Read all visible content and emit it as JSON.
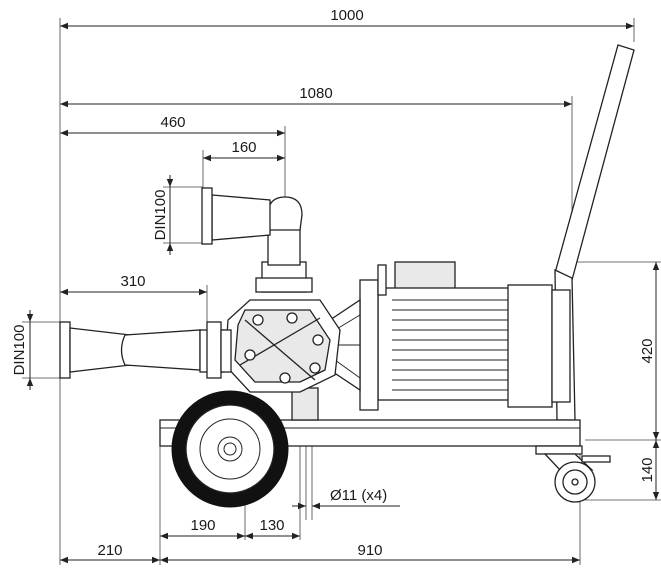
{
  "dimensions": {
    "overall_width": "1000",
    "overall_length": "1080",
    "outlet_offset": "460",
    "outlet_flange": "160",
    "outlet_din": "DIN100",
    "inlet_offset": "310",
    "inlet_din": "DIN100",
    "height": "420",
    "caster_height": "140",
    "wheel_left": "190",
    "wheel_right": "130",
    "mount_hole": "Ø11 (x4)",
    "front_overhang": "210",
    "base_length": "910"
  }
}
